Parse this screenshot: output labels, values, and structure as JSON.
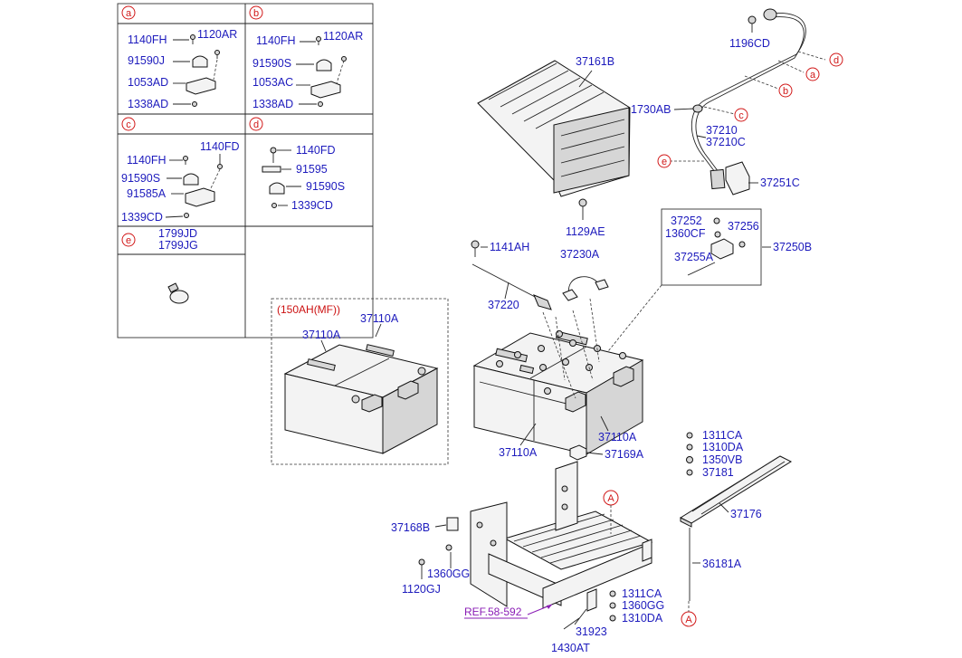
{
  "detail_a": {
    "marker": "a",
    "labels": [
      "1140FH",
      "1120AR",
      "91590J",
      "1053AD",
      "1338AD"
    ]
  },
  "detail_b": {
    "marker": "b",
    "labels": [
      "1140FH",
      "1120AR",
      "91590S",
      "1053AC",
      "1338AD"
    ]
  },
  "detail_c": {
    "marker": "c",
    "labels": [
      "1140FD",
      "1140FH",
      "91590S",
      "91585A",
      "1339CD"
    ]
  },
  "detail_d": {
    "marker": "d",
    "labels": [
      "1140FD",
      "91595",
      "91590S",
      "1339CD"
    ]
  },
  "detail_e": {
    "marker": "e",
    "labels": [
      "1799JD",
      "1799JG"
    ]
  },
  "battery_box": {
    "note": "(150AH(MF))",
    "labels": [
      "37110A",
      "37110A"
    ]
  },
  "parts": {
    "p37161B": "37161B",
    "p1129AE": "1129AE",
    "p1196CD": "1196CD",
    "p1730AB": "1730AB",
    "p37210": "37210",
    "p37210C": "37210C",
    "p37251C": "37251C",
    "p37252": "37252",
    "p37256": "37256",
    "p1360CF": "1360CF",
    "p37255A": "37255A",
    "p37250B": "37250B",
    "p1141AH": "1141AH",
    "p37230A": "37230A",
    "p37220": "37220",
    "p37110A_a": "37110A",
    "p37110A_b": "37110A",
    "p37169A": "37169A",
    "p1311CA_a": "1311CA",
    "p1310DA_a": "1310DA",
    "p1350VB": "1350VB",
    "p37181": "37181",
    "p37176": "37176",
    "p36181A": "36181A",
    "p37168B": "37168B",
    "p1360GG_a": "1360GG",
    "p1120GJ": "1120GJ",
    "p1311CA_b": "1311CA",
    "p1360GG_b": "1360GG",
    "p1310DA_b": "1310DA",
    "p31923": "31923",
    "p1430AT": "1430AT"
  },
  "ref_label": "REF.58-592",
  "callout_markers": {
    "a": "a",
    "b": "b",
    "c": "c",
    "d": "d",
    "e": "e",
    "A1": "A",
    "A2": "A"
  }
}
